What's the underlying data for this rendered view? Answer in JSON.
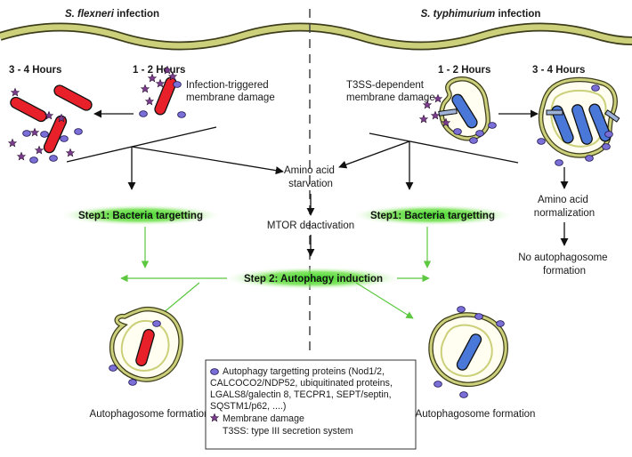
{
  "headers": {
    "left": {
      "organism": "S. flexneri",
      "suffix": " infection"
    },
    "right": {
      "organism": "S. typhimurium",
      "suffix": " infection"
    }
  },
  "time_labels": {
    "left_early": "1 - 2 Hours",
    "left_late": "3 - 4 Hours",
    "right_early": "1 - 2 Hours",
    "right_late": "3 - 4 Hours"
  },
  "labels": {
    "infection_damage": [
      "Infection-triggered",
      "membrane damage"
    ],
    "t3ss_damage": [
      "T3SS-dependent",
      "membrane damage"
    ],
    "amino_starvation": [
      "Amino acid",
      "starvation"
    ],
    "mtor": "MTOR deactivation",
    "amino_normalization": [
      "Amino acid",
      "normalization"
    ],
    "no_autophagosome": [
      "No autophagosome",
      "formation"
    ],
    "step1_left": "Step1: Bacteria targetting",
    "step1_right": "Step1: Bacteria targetting",
    "step2": "Step 2: Autophagy induction",
    "autophagosome_left": "Autophagosome formation",
    "autophagosome_right": "Autophagosome formation"
  },
  "legend": {
    "proteins": [
      "Autophagy targetting proteins (Nod1/2,",
      "CALCOCO2/NDP52, ubiquitinated proteins,",
      "LGALS8/galectin 8, TECPR1, SEPT/septin,",
      "SQSTM1/p62, ....)"
    ],
    "membrane_damage": "Membrane damage",
    "t3ss": "T3SS: type III secretion system"
  },
  "colors": {
    "shigella": "#e8202a",
    "salmonella": "#4a78d8",
    "protein": "#7a6fd6",
    "star": "#7c3d8e",
    "membrane": "#ccd07a",
    "step_glow": "#3fd62a",
    "green_arrow": "#5cc840"
  }
}
